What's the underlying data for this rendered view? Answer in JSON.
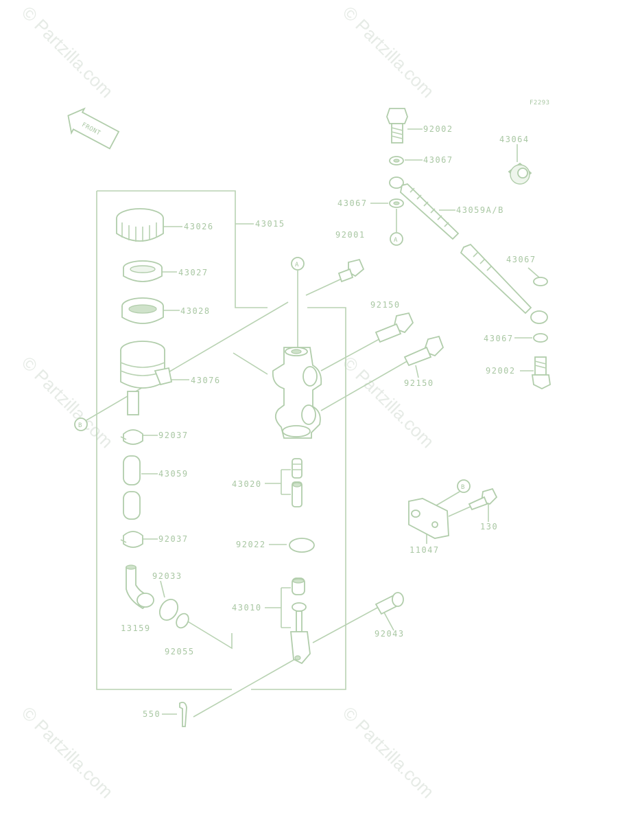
{
  "watermark": "© Partzilla.com",
  "figure_code": "F2293",
  "front_label": "FRONT",
  "callouts": {
    "a": "A",
    "b": "B"
  },
  "labels": {
    "p92002_top": "92002",
    "p43067_a": "43067",
    "p43064": "43064",
    "p43067_b": "43067",
    "p43059ab": "43059A/B",
    "p92001": "92001",
    "p43026": "43026",
    "p43015": "43015",
    "p43027": "43027",
    "p43028": "43028",
    "p43067_c": "43067",
    "p92150_a": "92150",
    "p43067_d": "43067",
    "p43076": "43076",
    "p92002_b": "92002",
    "p92150_b": "92150",
    "p92037_a": "92037",
    "p43059": "43059",
    "p43020": "43020",
    "p130": "130",
    "p92037_b": "92037",
    "p92022": "92022",
    "p11047": "11047",
    "p92033": "92033",
    "p43010": "43010",
    "p92043": "92043",
    "p13159": "13159",
    "p92055": "92055",
    "p550": "550"
  }
}
